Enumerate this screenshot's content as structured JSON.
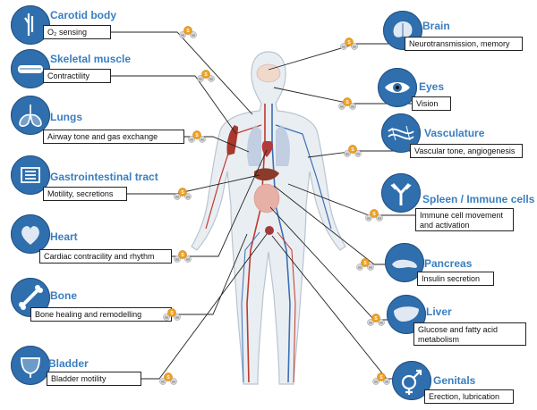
{
  "colors": {
    "title_blue": "#3a7ebf",
    "icon_circle": "#2f6fae",
    "sulfur": "#f0a020",
    "hydrogen": "#d8d8d8",
    "artery": "#c0392b",
    "vein": "#3d6fb3"
  },
  "molecule_labels": {
    "h": "H",
    "s": "S"
  },
  "organs": [
    {
      "key": "carotid",
      "title": "Carotid body",
      "desc": "O₂ sensing",
      "icon": "carotid-body-icon"
    },
    {
      "key": "skeletal",
      "title": "Skeletal muscle",
      "desc": "Contractility",
      "icon": "muscle-icon"
    },
    {
      "key": "lungs",
      "title": "Lungs",
      "desc": "Airway tone and gas exchange",
      "icon": "lungs-icon"
    },
    {
      "key": "gi",
      "title": "Gastrointestinal tract",
      "desc": "Motility, secretions",
      "icon": "intestine-icon"
    },
    {
      "key": "heart",
      "title": "Heart",
      "desc": "Cardiac contracility and rhythm",
      "icon": "heart-icon"
    },
    {
      "key": "bone",
      "title": "Bone",
      "desc": "Bone healing and remodelling",
      "icon": "bone-icon"
    },
    {
      "key": "bladder",
      "title": "Bladder",
      "desc": "Bladder motility",
      "icon": "bladder-icon"
    },
    {
      "key": "brain",
      "title": "Brain",
      "desc": "Neurotransmission, memory",
      "icon": "brain-icon"
    },
    {
      "key": "eyes",
      "title": "Eyes",
      "desc": "Vision",
      "icon": "eye-icon"
    },
    {
      "key": "vasculature",
      "title": "Vasculature",
      "desc": "Vascular tone, angiogenesis",
      "icon": "vessel-icon"
    },
    {
      "key": "spleen",
      "title": "Spleen / Immune cells",
      "desc": "Immune cell movement and activation",
      "icon": "antibody-icon"
    },
    {
      "key": "pancreas",
      "title": "Pancreas",
      "desc": "Insulin secretion",
      "icon": "pancreas-icon"
    },
    {
      "key": "liver",
      "title": "Liver",
      "desc": "Glucose and fatty acid metabolism",
      "icon": "liver-icon"
    },
    {
      "key": "genitals",
      "title": "Genitals",
      "desc": "Erection, lubrication",
      "icon": "gender-icon"
    }
  ]
}
